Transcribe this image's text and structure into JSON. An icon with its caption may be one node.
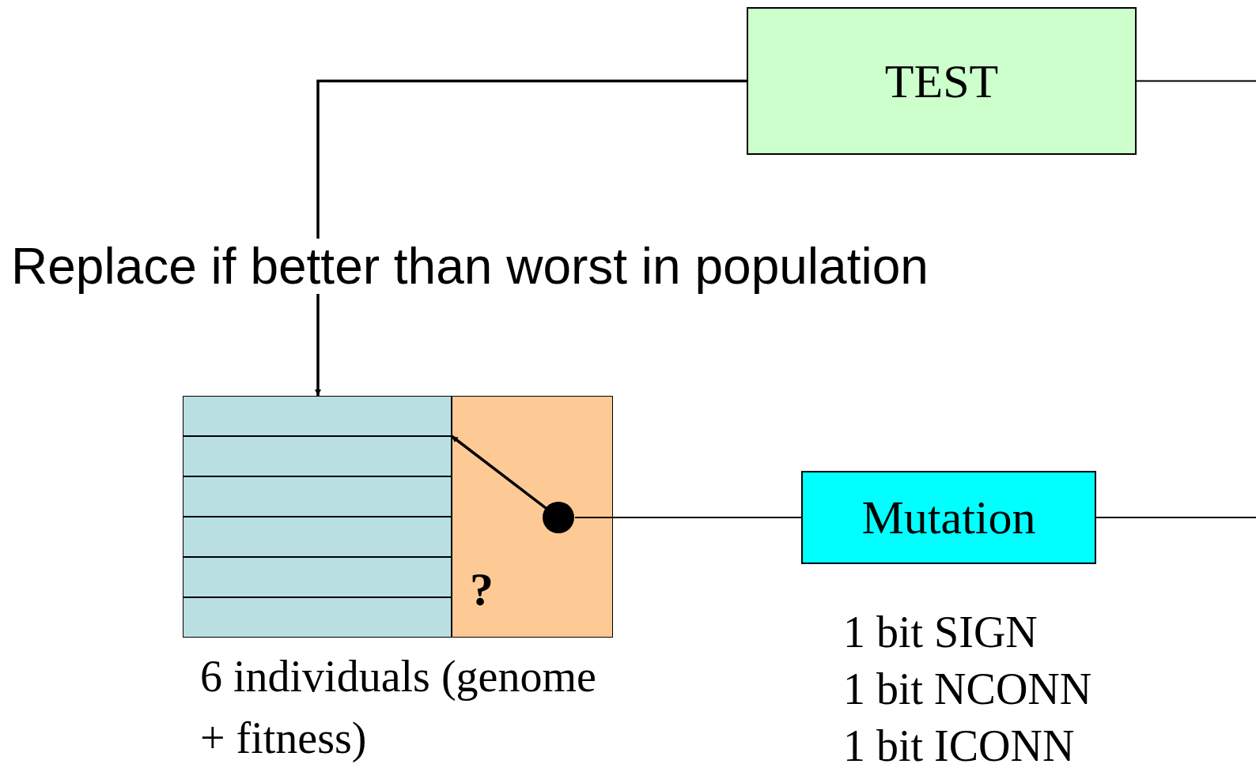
{
  "diagram": {
    "nodes": [
      {
        "text": [
          "TEST"
        ]
      },
      {
        "text": [],
        "shape": "box",
        "beside": [
          "6 individuals (genome + fitness)"
        ]
      },
      {
        "text": [],
        "shape": "box",
        "in": 1
      },
      {
        "text": [],
        "shape": "box",
        "in": 1
      },
      {
        "text": [],
        "shape": "box",
        "in": 1
      },
      {
        "text": [],
        "shape": "box",
        "in": 1
      },
      {
        "text": [],
        "shape": "box",
        "in": 1
      },
      {
        "text": [],
        "shape": "box",
        "in": 1
      },
      {
        "text": [
          "?"
        ],
        "in": 1
      },
      {
        "text": [],
        "shape": "circle",
        "in": 8
      },
      {
        "text": [
          "Mutation"
        ],
        "beside": [
          "1 bit SIGN",
          "1 bit NCONN",
          "1 bit ICONN"
        ]
      }
    ],
    "edges": [
      {
        "from": 0,
        "to": 2,
        "arrow": "to",
        "label": "Replace if better than worst in population"
      },
      {
        "from": null,
        "to": 0,
        "arrow": "none"
      },
      {
        "from": 9,
        "to": 3,
        "arrow": "to"
      },
      {
        "from": 9,
        "to": 10,
        "arrow": "none"
      },
      {
        "from": 10,
        "to": null,
        "arrow": "none"
      }
    ]
  }
}
